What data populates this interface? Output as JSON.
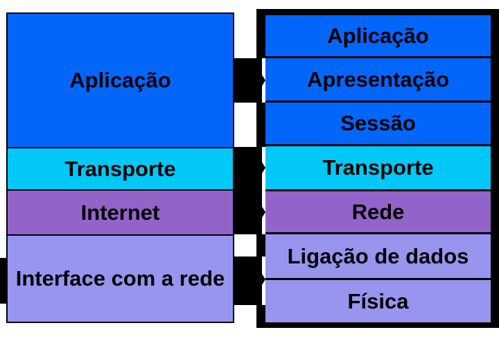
{
  "stacks": {
    "left": {
      "layers": [
        {
          "label": "Aplicação",
          "color": "#0366FB"
        },
        {
          "label": "Transporte",
          "color": "#01C8F6"
        },
        {
          "label": "Internet",
          "color": "#9263C8"
        },
        {
          "label": "Interface com a rede",
          "color": "#9895EF"
        }
      ]
    },
    "right": {
      "layers": [
        {
          "label": "Aplicação",
          "color": "#0366FB"
        },
        {
          "label": "Apresentação",
          "color": "#0366FB"
        },
        {
          "label": "Sessão",
          "color": "#0366FB"
        },
        {
          "label": "Transporte",
          "color": "#01C8F6"
        },
        {
          "label": "Rede",
          "color": "#9263C8"
        },
        {
          "label": "Ligação de dados",
          "color": "#9895EF"
        },
        {
          "label": "Física",
          "color": "#9895EF"
        }
      ]
    }
  },
  "colors": {
    "connector_black": "#000000",
    "background": "#FFFFFF",
    "text": "#000000"
  }
}
